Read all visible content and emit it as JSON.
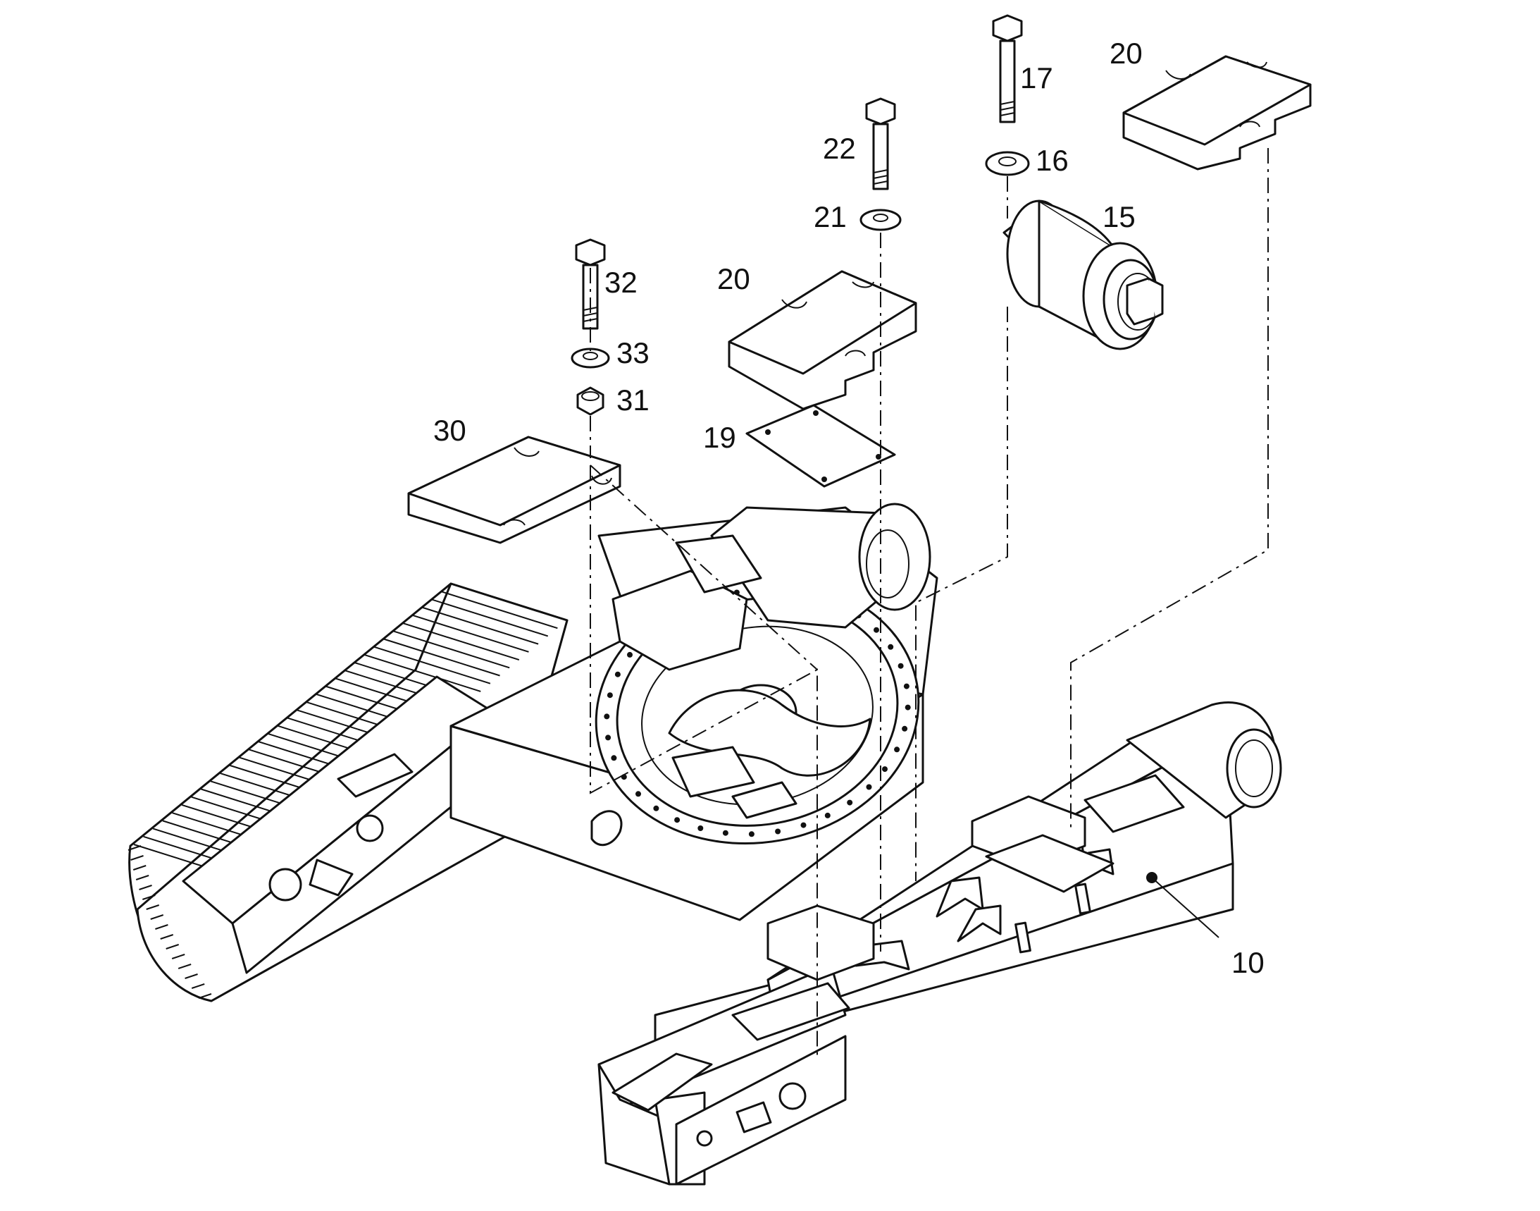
{
  "diagram": {
    "callouts": [
      {
        "id": "c10",
        "label": "10",
        "part": "undercarriage-frame"
      },
      {
        "id": "c15",
        "label": "15",
        "part": "carrier-roller"
      },
      {
        "id": "c16",
        "label": "16",
        "part": "washer"
      },
      {
        "id": "c17",
        "label": "17",
        "part": "bolt"
      },
      {
        "id": "c19",
        "label": "19",
        "part": "shim-plate"
      },
      {
        "id": "c20a",
        "label": "20",
        "part": "track-guard-center"
      },
      {
        "id": "c20b",
        "label": "20",
        "part": "track-guard-right"
      },
      {
        "id": "c21",
        "label": "21",
        "part": "washer"
      },
      {
        "id": "c22",
        "label": "22",
        "part": "bolt"
      },
      {
        "id": "c30",
        "label": "30",
        "part": "track-guard-left"
      },
      {
        "id": "c31",
        "label": "31",
        "part": "nut"
      },
      {
        "id": "c32",
        "label": "32",
        "part": "bolt"
      },
      {
        "id": "c33",
        "label": "33",
        "part": "washer"
      }
    ]
  }
}
